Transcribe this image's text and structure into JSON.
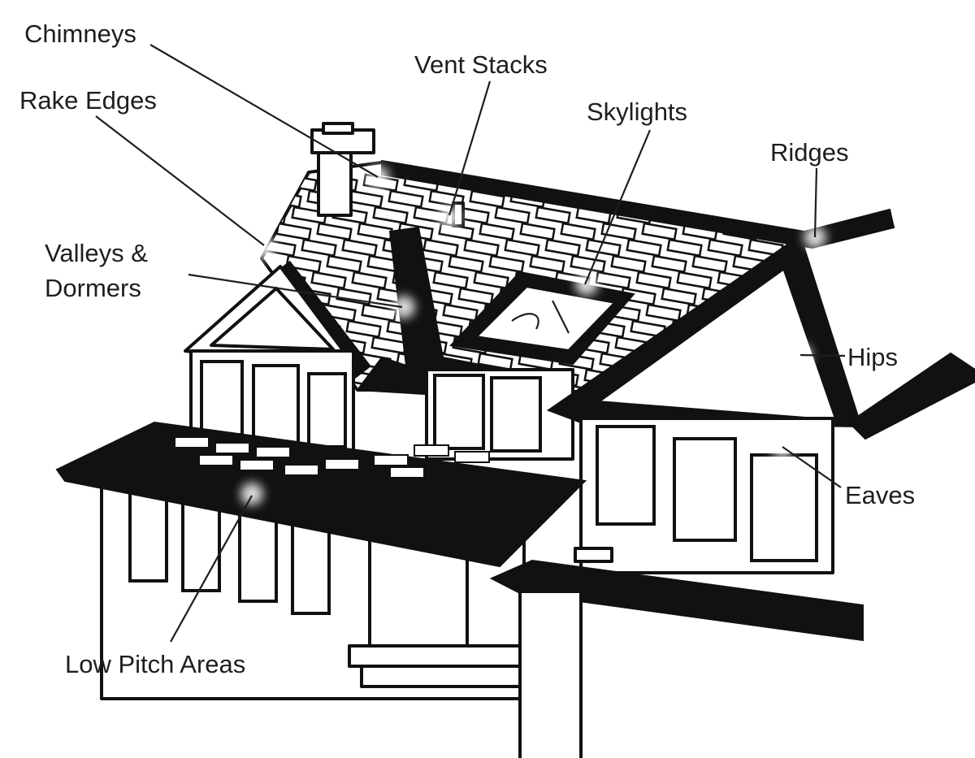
{
  "diagram": {
    "labels": {
      "chimneys": "Chimneys",
      "rake_edges": "Rake Edges",
      "vent_stacks": "Vent Stacks",
      "skylights": "Skylights",
      "ridges": "Ridges",
      "valleys_line1": "Valleys &",
      "valleys_line2": "Dormers",
      "hips": "Hips",
      "eaves": "Eaves",
      "low_pitch": "Low Pitch Areas"
    },
    "colors": {
      "ink": "#111111",
      "background": "#ffffff"
    }
  }
}
